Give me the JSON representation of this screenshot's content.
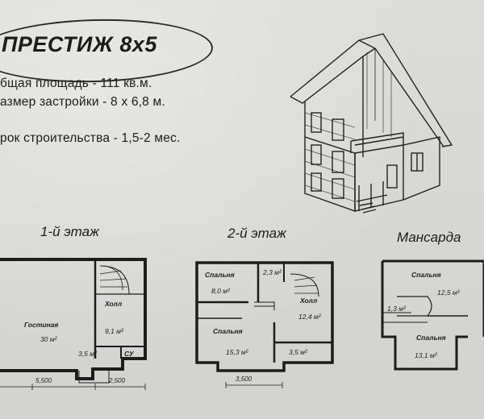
{
  "header": {
    "title": "ПРЕСТИЖ 8х5"
  },
  "specs": [
    "бщая площадь - 111 кв.м.",
    "азмер застройки - 8 х 6,8 м.",
    "рок строительства - 1,5-2 мес."
  ],
  "floors": {
    "first": {
      "title": "1-й этаж",
      "rooms": [
        {
          "label": "Гостиная",
          "area": "30 м²"
        },
        {
          "label": "Холл",
          "area": "9,1 м²"
        },
        {
          "label": "",
          "area": "3,5 м²"
        },
        {
          "label": "СУ",
          "area": ""
        }
      ],
      "dims": [
        "5,500",
        "2,500"
      ]
    },
    "second": {
      "title": "2-й этаж",
      "rooms": [
        {
          "label": "Спальня",
          "area": "8,0 м²"
        },
        {
          "label": "",
          "area": "2,3 м²"
        },
        {
          "label": "Холл",
          "area": "12,4 м²"
        },
        {
          "label": "Спальня",
          "area": "15,3 м²"
        },
        {
          "label": "",
          "area": "3,5 м²"
        }
      ],
      "dims": [
        "3,500"
      ]
    },
    "attic": {
      "title": "Мансарда",
      "rooms": [
        {
          "label": "Спальня",
          "area": "12,5 м²"
        },
        {
          "label": "",
          "area": "1,3 м²"
        },
        {
          "label": "Спальня",
          "area": "13,1 м²"
        }
      ]
    }
  }
}
